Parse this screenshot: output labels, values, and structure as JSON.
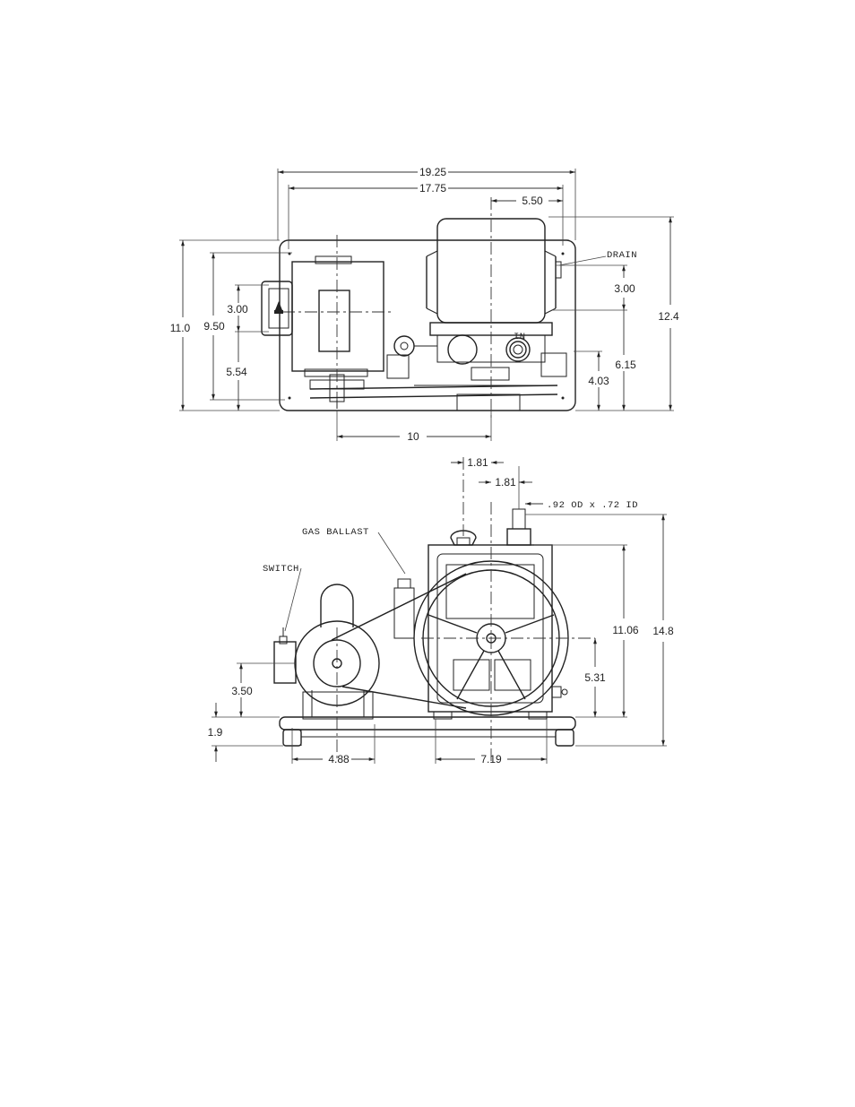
{
  "top_view": {
    "dims": {
      "overall_width": "19.25",
      "inner_width": "17.75",
      "pump_offset": "5.50",
      "overall_depth": "11.0",
      "motor_depth": "9.50",
      "switch_width": "3.00",
      "motor_offset": "5.54",
      "pump_top": "12.4",
      "pump_upper": "3.00",
      "pump_lower": "6.15",
      "shaft_offset": "4.03",
      "center_distance": "10"
    },
    "labels": {
      "drain": "DRAIN",
      "inlet": "IN"
    }
  },
  "side_view": {
    "dims": {
      "inlet_offset_1": "1.81",
      "inlet_offset_2": "1.81",
      "inlet_size": ".92 OD x .72 ID",
      "overall_height": "14.8",
      "pump_height": "11.06",
      "flywheel_center": "5.31",
      "motor_center": "3.50",
      "base_height": "1.9",
      "motor_foot": "4.88",
      "pump_foot": "7.19"
    },
    "labels": {
      "gas_ballast": "GAS BALLAST",
      "switch": "SWITCH"
    }
  }
}
